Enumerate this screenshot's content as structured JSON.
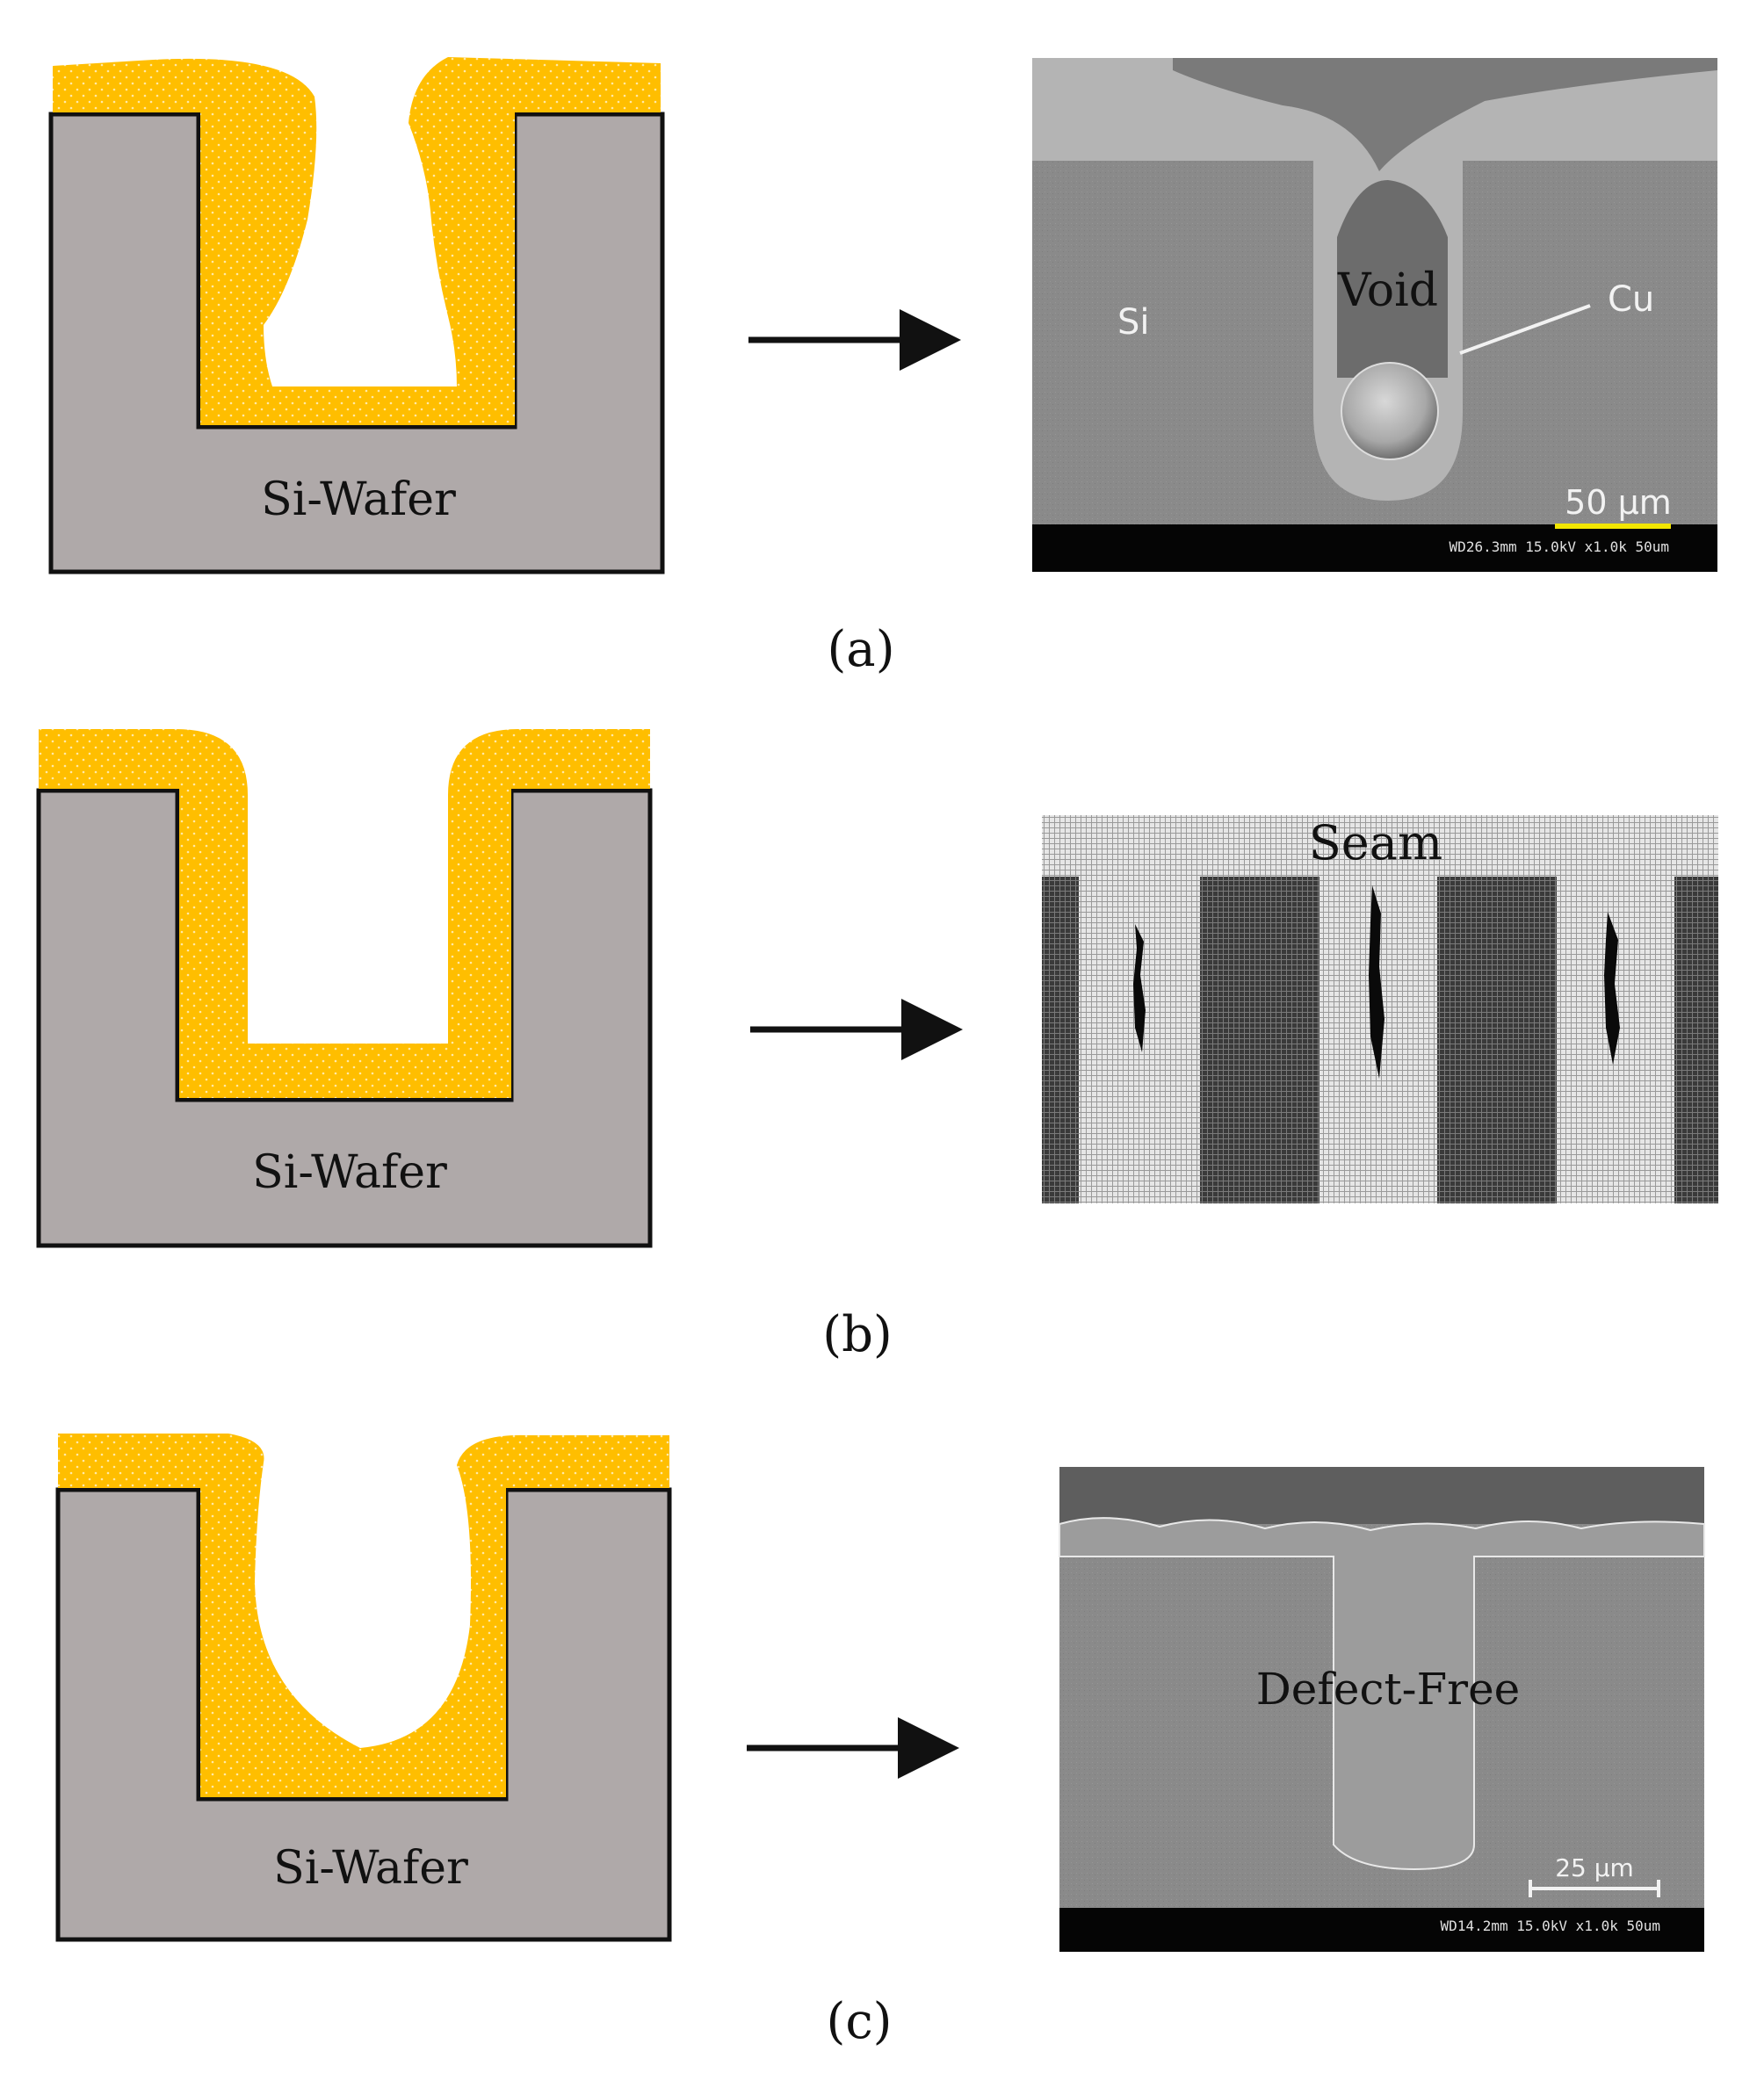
{
  "colors": {
    "gold": "#FFBE00",
    "wafer_gray": "#AFA9A9",
    "outline": "#111111",
    "sem_si": "#8A8A8A",
    "sem_cu": "#B4B4B4"
  },
  "panels": [
    {
      "id": "a",
      "caption": "(a)",
      "wafer_label": "Si-Wafer",
      "sem_labels": {
        "void": "Void",
        "cu": "Cu",
        "si": "Si",
        "scale": "50 µm",
        "info": "WD26.3mm 15.0kV x1.0k   50um"
      }
    },
    {
      "id": "b",
      "caption": "(b)",
      "wafer_label": "Si-Wafer",
      "sem_labels": {
        "seam": "Seam"
      }
    },
    {
      "id": "c",
      "caption": "(c)",
      "wafer_label": "Si-Wafer",
      "sem_labels": {
        "defect_free": "Defect-Free",
        "scale": "25 µm",
        "info": "WD14.2mm 15.0kV x1.0k   50um"
      }
    }
  ]
}
